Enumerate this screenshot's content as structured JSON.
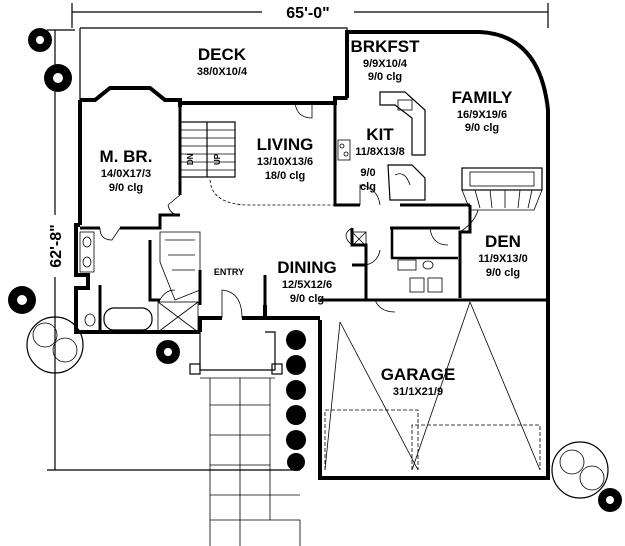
{
  "dimensions": {
    "width": "65'-0\"",
    "depth": "62'-8\""
  },
  "rooms": {
    "deck": {
      "name": "DECK",
      "size": "38/0X10/4"
    },
    "brkfst": {
      "name": "BRKFST",
      "size": "9/9X10/4",
      "ceiling": "9/0 clg"
    },
    "family": {
      "name": "FAMILY",
      "size": "16/9X19/6",
      "ceiling": "9/0 clg"
    },
    "living": {
      "name": "LIVING",
      "size": "13/10X13/6",
      "ceiling": "18/0 clg"
    },
    "mbr": {
      "name": "M. BR.",
      "size": "14/0X17/3",
      "ceiling": "9/0 clg"
    },
    "kit": {
      "name": "KIT",
      "size": "11/8X13/8",
      "ceiling_line1": "9/0",
      "ceiling_line2": "clg"
    },
    "den": {
      "name": "DEN",
      "size": "11/9X13/0",
      "ceiling": "9/0 clg"
    },
    "dining": {
      "name": "DINING",
      "size": "12/5X12/6",
      "ceiling": "9/0 clg"
    },
    "garage": {
      "name": "GARAGE",
      "size": "31/1X21/9"
    },
    "entry": {
      "name": "ENTRY"
    }
  },
  "stairs": {
    "up_label": "UP",
    "down_label": "DN"
  }
}
